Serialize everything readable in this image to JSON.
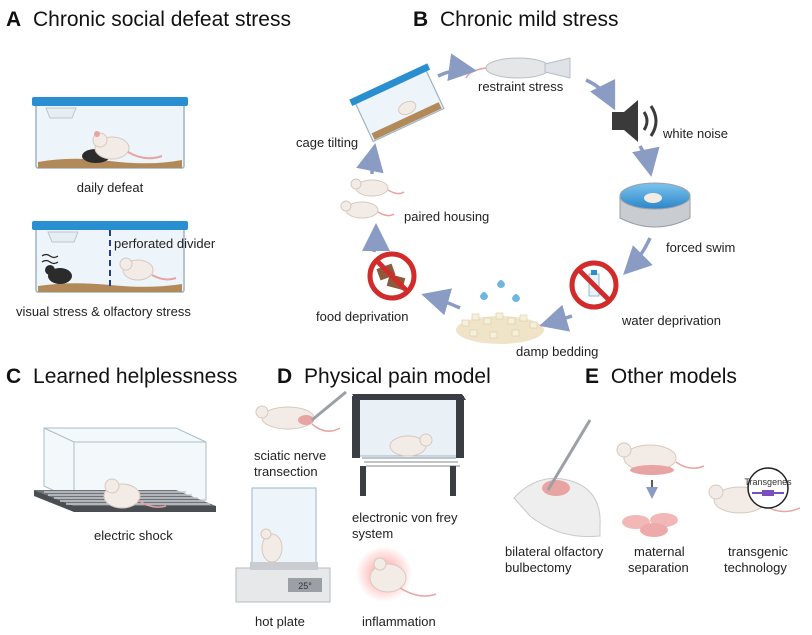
{
  "panels": {
    "A": {
      "letter": "A",
      "title": "Chronic social defeat stress",
      "labels": {
        "daily_defeat": "daily defeat",
        "perforated_divider": "perforated divider",
        "visual_olfactory": "visual stress & olfactory stress"
      }
    },
    "B": {
      "letter": "B",
      "title": "Chronic mild stress",
      "labels": {
        "restraint": "restraint stress",
        "white_noise": "white noise",
        "forced_swim": "forced swim",
        "water_deprivation": "water deprivation",
        "damp_bedding": "damp bedding",
        "food_deprivation": "food deprivation",
        "paired_housing": "paired housing",
        "cage_tilting": "cage tilting"
      }
    },
    "C": {
      "letter": "C",
      "title": "Learned helplessness",
      "labels": {
        "electric_shock": "electric shock"
      }
    },
    "D": {
      "letter": "D",
      "title": "Physical pain model",
      "labels": {
        "sciatic_1": "sciatic nerve",
        "sciatic_2": "transection",
        "vonfrey_1": "electronic von frey",
        "vonfrey_2": "system",
        "hot_plate": "hot plate",
        "inflammation": "inflammation",
        "temp_readout": "25°"
      }
    },
    "E": {
      "letter": "E",
      "title": "Other models",
      "labels": {
        "olfactory_1": "bilateral olfactory",
        "olfactory_2": "bulbectomy",
        "maternal_1": "maternal",
        "maternal_2": "separation",
        "transgenic_1": "transgenic",
        "transgenic_2": "technology",
        "transgenes_tag": "Transgenes"
      }
    }
  },
  "colors": {
    "arrow": "#8a9bc4",
    "cage_lid": "#2a8fd0",
    "prohibit": "#d22b2b",
    "mouse_body": "#f3ece6",
    "mouse_pink": "#e8a3a3",
    "bedding": "#b28a5a"
  }
}
